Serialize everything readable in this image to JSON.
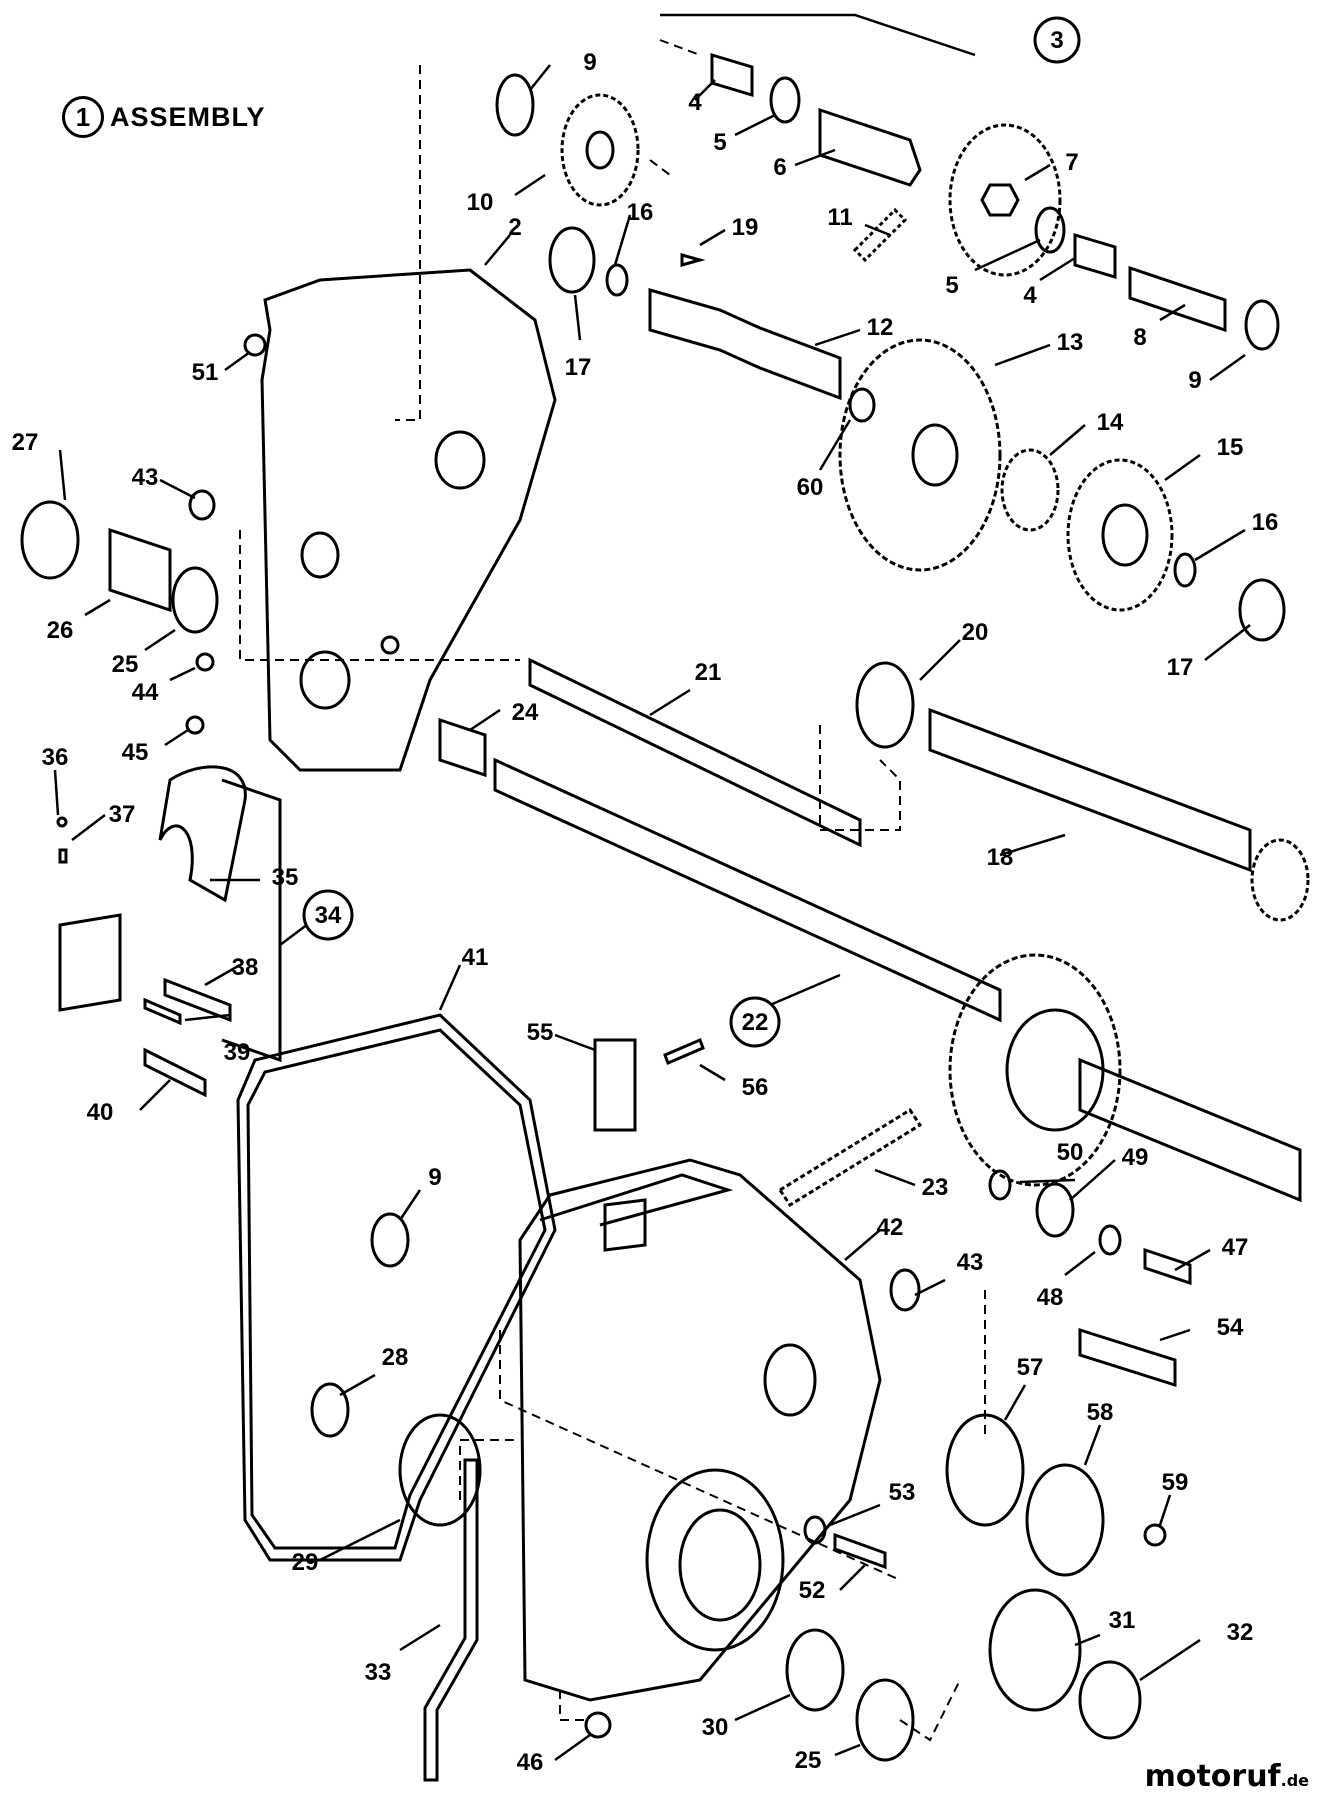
{
  "title": {
    "number": "1",
    "label": "ASSEMBLY"
  },
  "watermark": {
    "brand": "motoruf",
    "suffix": ".de"
  },
  "callouts": [
    {
      "id": "c9a",
      "text": "9"
    },
    {
      "id": "c10",
      "text": "10"
    },
    {
      "id": "c4a",
      "text": "4"
    },
    {
      "id": "c5a",
      "text": "5"
    },
    {
      "id": "c6",
      "text": "6"
    },
    {
      "id": "c3",
      "text": "3"
    },
    {
      "id": "c7",
      "text": "7"
    },
    {
      "id": "c11",
      "text": "11"
    },
    {
      "id": "c5b",
      "text": "5"
    },
    {
      "id": "c4b",
      "text": "4"
    },
    {
      "id": "c8",
      "text": "8"
    },
    {
      "id": "c9b",
      "text": "9"
    },
    {
      "id": "c2",
      "text": "2"
    },
    {
      "id": "c16a",
      "text": "16"
    },
    {
      "id": "c19",
      "text": "19"
    },
    {
      "id": "c17a",
      "text": "17"
    },
    {
      "id": "c12",
      "text": "12"
    },
    {
      "id": "c13",
      "text": "13"
    },
    {
      "id": "c51",
      "text": "51"
    },
    {
      "id": "c60",
      "text": "60"
    },
    {
      "id": "c14",
      "text": "14"
    },
    {
      "id": "c15",
      "text": "15"
    },
    {
      "id": "c27",
      "text": "27"
    },
    {
      "id": "c43a",
      "text": "43"
    },
    {
      "id": "c16b",
      "text": "16"
    },
    {
      "id": "c17b",
      "text": "17"
    },
    {
      "id": "c26",
      "text": "26"
    },
    {
      "id": "c25a",
      "text": "25"
    },
    {
      "id": "c20",
      "text": "20"
    },
    {
      "id": "c21",
      "text": "21"
    },
    {
      "id": "c44",
      "text": "44"
    },
    {
      "id": "c45",
      "text": "45"
    },
    {
      "id": "c24",
      "text": "24"
    },
    {
      "id": "c36",
      "text": "36"
    },
    {
      "id": "c37",
      "text": "37"
    },
    {
      "id": "c35",
      "text": "35"
    },
    {
      "id": "c18",
      "text": "18"
    },
    {
      "id": "c34",
      "text": "34"
    },
    {
      "id": "c38",
      "text": "38"
    },
    {
      "id": "c39",
      "text": "39"
    },
    {
      "id": "c41",
      "text": "41"
    },
    {
      "id": "c22",
      "text": "22"
    },
    {
      "id": "c55",
      "text": "55"
    },
    {
      "id": "c56",
      "text": "56"
    },
    {
      "id": "c40",
      "text": "40"
    },
    {
      "id": "c23",
      "text": "23"
    },
    {
      "id": "c50",
      "text": "50"
    },
    {
      "id": "c49",
      "text": "49"
    },
    {
      "id": "c9c",
      "text": "9"
    },
    {
      "id": "c42",
      "text": "42"
    },
    {
      "id": "c47",
      "text": "47"
    },
    {
      "id": "c48",
      "text": "48"
    },
    {
      "id": "c43b",
      "text": "43"
    },
    {
      "id": "c54",
      "text": "54"
    },
    {
      "id": "c28",
      "text": "28"
    },
    {
      "id": "c57",
      "text": "57"
    },
    {
      "id": "c58",
      "text": "58"
    },
    {
      "id": "c59",
      "text": "59"
    },
    {
      "id": "c53",
      "text": "53"
    },
    {
      "id": "c29",
      "text": "29"
    },
    {
      "id": "c52",
      "text": "52"
    },
    {
      "id": "c31",
      "text": "31"
    },
    {
      "id": "c32",
      "text": "32"
    },
    {
      "id": "c33",
      "text": "33"
    },
    {
      "id": "c30",
      "text": "30"
    },
    {
      "id": "c25b",
      "text": "25"
    },
    {
      "id": "c46",
      "text": "46"
    }
  ]
}
